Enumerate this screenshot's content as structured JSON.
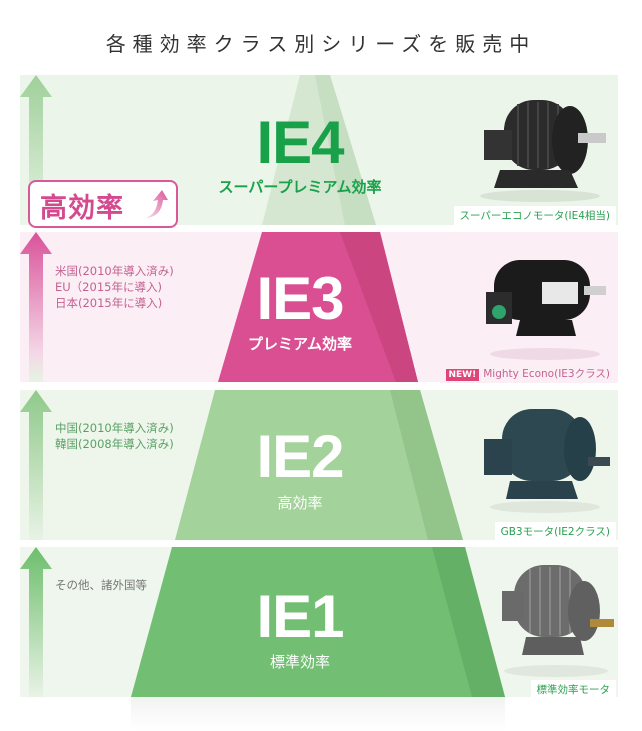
{
  "title": "各種効率クラス別シリーズを販売中",
  "badge": {
    "label": "高効率",
    "icon": "up-arrow-icon"
  },
  "colors": {
    "ie4_text": "#19a14a",
    "ie3_fill": "#d94f91",
    "ie2_fill": "#a3d29b",
    "ie1_fill": "#72bf74",
    "pink_text": "#c4628f",
    "green_text": "#5aa064",
    "caption_green": "#2aa050"
  },
  "classes": [
    {
      "id": "IE4",
      "label": "IE4",
      "subtitle": "スーパープレミアム効率",
      "notes": [],
      "product_caption": "スーパーエコノモータ(IE4相当)",
      "product_new": false
    },
    {
      "id": "IE3",
      "label": "IE3",
      "subtitle": "プレミアム効率",
      "notes": [
        "米国(2010年導入済み)",
        "EU（2015年に導入)",
        "日本(2015年に導入)"
      ],
      "product_caption": "Mighty Econo(IE3クラス)",
      "product_new": true,
      "new_label": "NEW!"
    },
    {
      "id": "IE2",
      "label": "IE2",
      "subtitle": "高効率",
      "notes": [
        "中国(2010年導入済み)",
        "韓国(2008年導入済み)"
      ],
      "product_caption": "GB3モータ(IE2クラス)",
      "product_new": false
    },
    {
      "id": "IE1",
      "label": "IE1",
      "subtitle": "標準効率",
      "notes": [
        "その他、諸外国等"
      ],
      "product_caption": "標準効率モータ",
      "product_new": false
    }
  ]
}
